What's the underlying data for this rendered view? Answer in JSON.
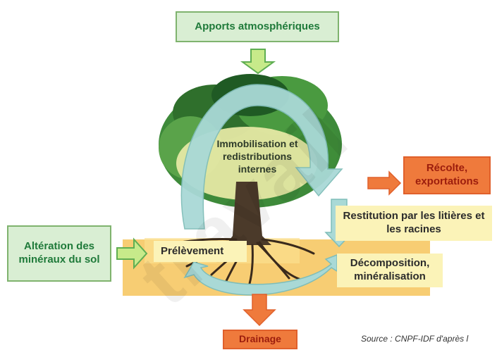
{
  "labels": {
    "apports": "Apports atmosphériques",
    "immobilisation": "Immobilisation et redistributions internes",
    "recolte": "Récolte, exportations",
    "restitution": "Restitution par les litières et les racines",
    "alteration": "Altération des minéraux du sol",
    "prelevement": "Prélèvement",
    "decomposition": "Décomposition, minéralisation",
    "drainage": "Drainage"
  },
  "source": "Source : CNPF-IDF d'après l",
  "watermark": "travail",
  "colors": {
    "green_box": "#d9eed3",
    "green_text": "#1f7a3a",
    "orange_box": "#ef7a3c",
    "orange_text": "#9c1d0d",
    "cream_box": "#fbf3b8",
    "soil_band": "#f6c45a",
    "cycle_arrow": "#a9d9d6"
  }
}
